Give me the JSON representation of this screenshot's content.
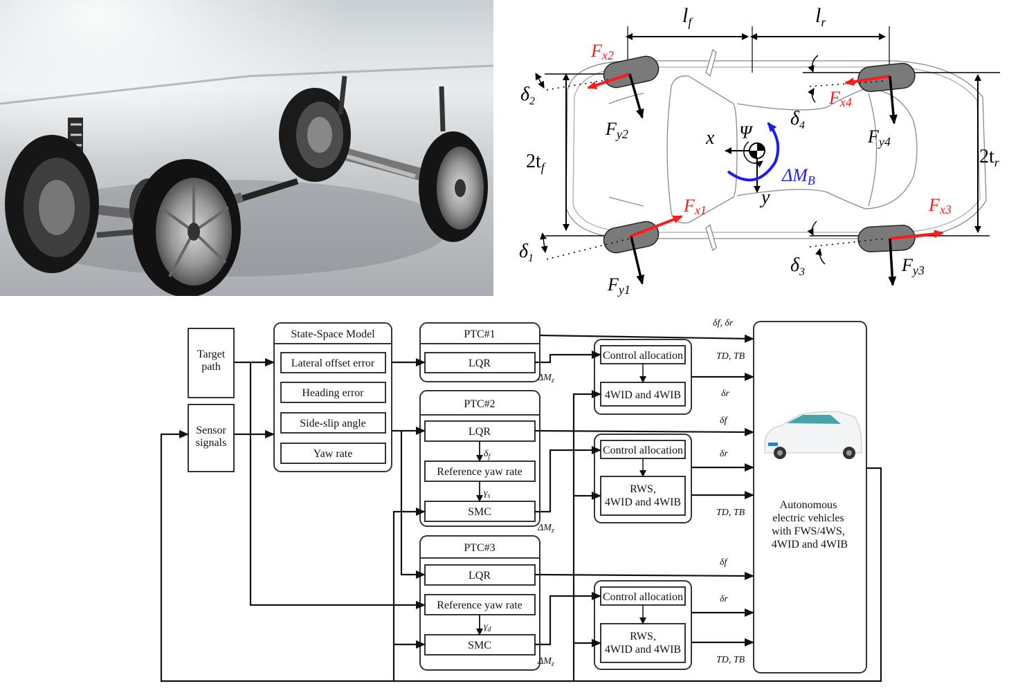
{
  "photo": {
    "caption": "Vehicle chassis with four wheels, suspension and drive shaft"
  },
  "vehicle_model": {
    "dims": {
      "lf": "l",
      "lf_sub": "f",
      "lr": "l",
      "lr_sub": "r",
      "tf": "2t",
      "tf_sub": "f",
      "tr": "2t",
      "tr_sub": "r"
    },
    "forces_x": [
      {
        "label": "F",
        "sub": "x1"
      },
      {
        "label": "F",
        "sub": "x2"
      },
      {
        "label": "F",
        "sub": "x3"
      },
      {
        "label": "F",
        "sub": "x4"
      }
    ],
    "forces_y": [
      {
        "label": "F",
        "sub": "y1"
      },
      {
        "label": "F",
        "sub": "y2"
      },
      {
        "label": "F",
        "sub": "y3"
      },
      {
        "label": "F",
        "sub": "y4"
      }
    ],
    "steer_angles": [
      {
        "label": "δ",
        "sub": "1"
      },
      {
        "label": "δ",
        "sub": "2"
      },
      {
        "label": "δ",
        "sub": "3"
      },
      {
        "label": "δ",
        "sub": "4"
      }
    ],
    "axes": {
      "x": "x",
      "y": "y",
      "yaw": "Ψ"
    },
    "moment": {
      "label": "ΔM",
      "sub": "B"
    },
    "colors": {
      "force_x": "#ff1a1a",
      "moment": "#1a1aff",
      "tire": "#7a7a7a"
    }
  },
  "block_diagram": {
    "target_path": [
      "Target",
      "path"
    ],
    "sensor_signals": [
      "Sensor",
      "signals"
    ],
    "state_space": {
      "title": "State-Space Model",
      "items": [
        "Lateral offset error",
        "Heading error",
        "Side-slip angle",
        "Yaw rate"
      ]
    },
    "ptc1": {
      "title": "PTC#1",
      "lqr": "LQR",
      "out": "ΔM",
      "out_sub": "z"
    },
    "ptc2": {
      "title": "PTC#2",
      "lqr": "LQR",
      "d1": "δ",
      "d1_sub": "f",
      "ref": "Reference yaw rate",
      "d2": "γ",
      "d2_sub": "s",
      "smc": "SMC",
      "out": "ΔM",
      "out_sub": "z"
    },
    "ptc3": {
      "title": "PTC#3",
      "lqr": "LQR",
      "ref": "Reference yaw rate",
      "d2": "γ",
      "d2_sub": "d",
      "smc": "SMC",
      "out": "ΔM",
      "out_sub": "z"
    },
    "alloc1": {
      "title": "Control allocation",
      "body": [
        "4WID and 4WIB"
      ]
    },
    "alloc2": {
      "title": "Control allocation",
      "body": [
        "RWS,",
        "4WID and 4WIB"
      ]
    },
    "alloc3": {
      "title": "Control allocation",
      "body": [
        "RWS,",
        "4WID and 4WIB"
      ]
    },
    "signals": {
      "s1": "δf, δr",
      "s2": "TD, TB",
      "s3": "δr",
      "s4": "δf",
      "s5": "δr",
      "s6": "TD, TB",
      "s7": "δf",
      "s8": "δr",
      "s9": "TD, TB"
    },
    "vehicle": {
      "lines": [
        "Autonomous",
        "electric vehicles",
        "with FWS/4WS,",
        "4WID and 4WIB"
      ]
    }
  }
}
